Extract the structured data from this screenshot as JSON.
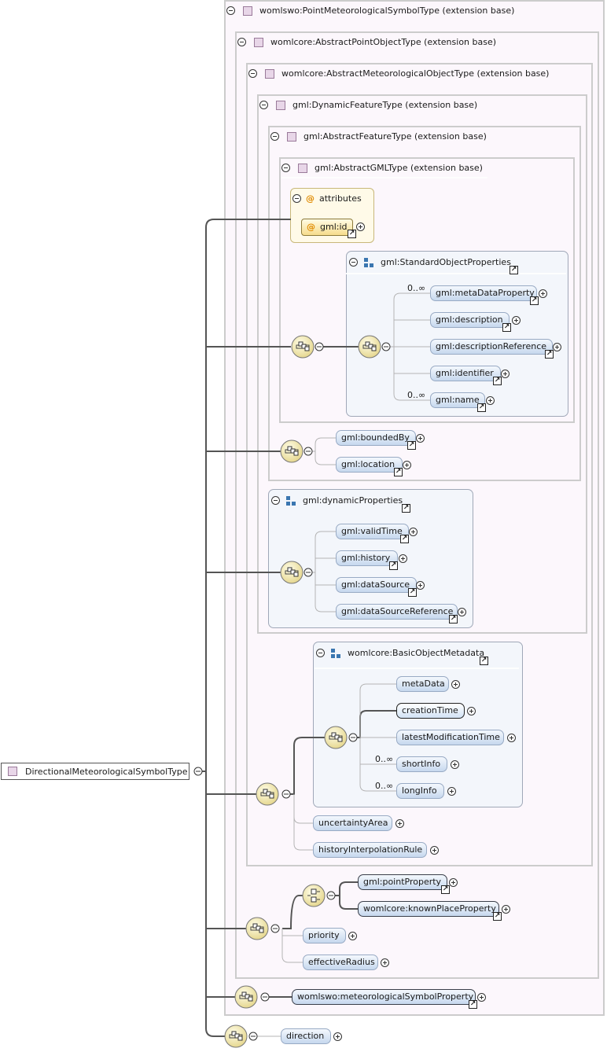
{
  "root": {
    "label": "DirectionalMeteorologicalSymbolType"
  },
  "boxes": [
    {
      "id": "b1",
      "header": "womlswo:PointMeteorologicalSymbolType (extension base)"
    },
    {
      "id": "b2",
      "header": "womlcore:AbstractPointObjectType (extension base)"
    },
    {
      "id": "b3",
      "header": "womlcore:AbstractMeteorologicalObjectType (extension base)"
    },
    {
      "id": "b4",
      "header": "gml:DynamicFeatureType (extension base)"
    },
    {
      "id": "b5",
      "header": "gml:AbstractFeatureType (extension base)"
    },
    {
      "id": "b6",
      "header": "gml:AbstractGMLType (extension base)"
    }
  ],
  "attributes": {
    "title": "attributes",
    "items": [
      {
        "label": "gml:id"
      }
    ]
  },
  "groups": [
    {
      "id": "g1",
      "label": "gml:StandardObjectProperties"
    },
    {
      "id": "g2",
      "label": "gml:dynamicProperties"
    },
    {
      "id": "g3",
      "label": "womlcore:BasicObjectMetadata"
    }
  ],
  "elements": [
    {
      "id": "e1",
      "label": "gml:metaDataProperty",
      "card": "0..∞"
    },
    {
      "id": "e2",
      "label": "gml:description"
    },
    {
      "id": "e3",
      "label": "gml:descriptionReference"
    },
    {
      "id": "e4",
      "label": "gml:identifier"
    },
    {
      "id": "e5",
      "label": "gml:name",
      "card": "0..∞"
    },
    {
      "id": "e6",
      "label": "gml:boundedBy"
    },
    {
      "id": "e7",
      "label": "gml:location"
    },
    {
      "id": "e8",
      "label": "gml:validTime"
    },
    {
      "id": "e9",
      "label": "gml:history"
    },
    {
      "id": "e10",
      "label": "gml:dataSource"
    },
    {
      "id": "e11",
      "label": "gml:dataSourceReference"
    },
    {
      "id": "e12",
      "label": "metaData"
    },
    {
      "id": "e13",
      "label": "creationTime"
    },
    {
      "id": "e14",
      "label": "latestModificationTime"
    },
    {
      "id": "e15",
      "label": "shortInfo",
      "card": "0..∞"
    },
    {
      "id": "e16",
      "label": "longInfo",
      "card": "0..∞"
    },
    {
      "id": "e17",
      "label": "uncertaintyArea"
    },
    {
      "id": "e18",
      "label": "historyInterpolationRule"
    },
    {
      "id": "e19",
      "label": "gml:pointProperty"
    },
    {
      "id": "e20",
      "label": "womlcore:knownPlaceProperty"
    },
    {
      "id": "e21",
      "label": "priority"
    },
    {
      "id": "e22",
      "label": "effectiveRadius"
    },
    {
      "id": "e23",
      "label": "womlswo:meteorologicalSymbolProperty"
    },
    {
      "id": "e24",
      "label": "direction"
    }
  ],
  "colors": {
    "box_border": "#c0c0c0",
    "box_fill": "#fbf6fb",
    "group_fill": "#f2f6fb",
    "group_border": "#a0a8b8",
    "element_fill": "#c6d8ee",
    "compositor_fill": "#f6eebc",
    "connector": "#555555"
  }
}
